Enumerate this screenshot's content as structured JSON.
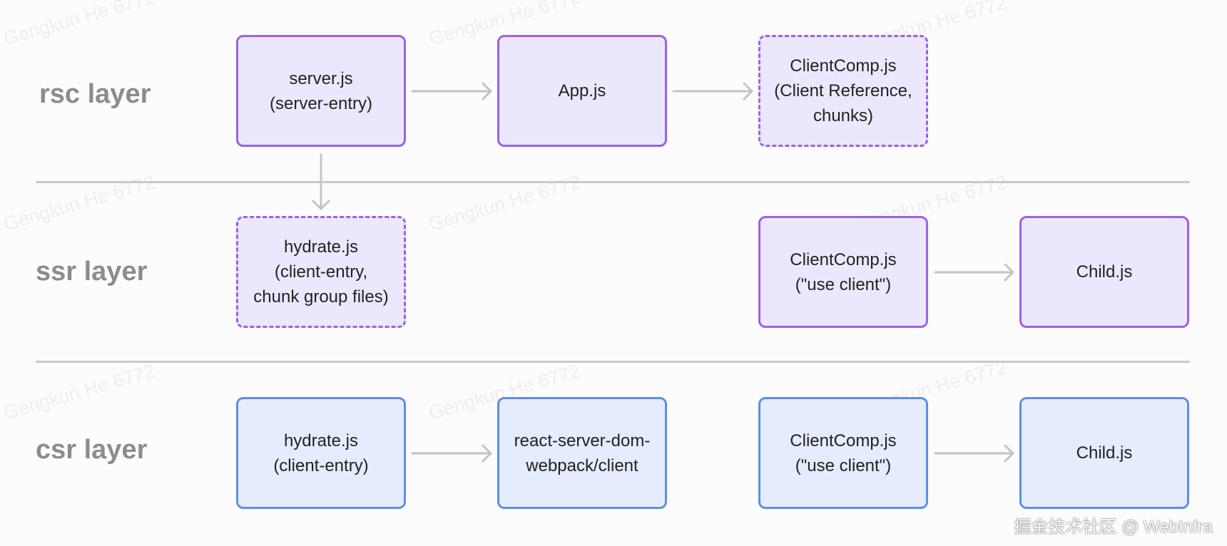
{
  "watermark": "Gengkun He 6772",
  "layers": [
    {
      "key": "rsc",
      "label": "rsc layer"
    },
    {
      "key": "ssr",
      "label": "ssr layer"
    },
    {
      "key": "csr",
      "label": "csr layer"
    }
  ],
  "nodes": {
    "rsc_server": {
      "text": "server.js\n(server-entry)"
    },
    "rsc_app": {
      "text": "App.js"
    },
    "rsc_clientcomp": {
      "text": "ClientComp.js\n(Client Reference,\nchunks)"
    },
    "ssr_hydrate": {
      "text": "hydrate.js\n(client-entry,\nchunk group files)"
    },
    "ssr_clientcomp": {
      "text": "ClientComp.js\n(\"use client\")"
    },
    "ssr_child": {
      "text": "Child.js"
    },
    "csr_hydrate": {
      "text": "hydrate.js\n(client-entry)"
    },
    "csr_rsdw": {
      "text": "react-server-dom-\nwebpack/client"
    },
    "csr_clientcomp": {
      "text": "ClientComp.js\n(\"use client\")"
    },
    "csr_child": {
      "text": "Child.js"
    }
  },
  "footer": "掘金技术社区 @ WebInfra",
  "colors": {
    "purple_fill": "#ede7fd",
    "purple_border": "#9a62e8",
    "blue_fill": "#e4ecfd",
    "blue_border": "#5d8fe6",
    "arrow": "#c4c4c4",
    "label": "#8c8c8c"
  }
}
